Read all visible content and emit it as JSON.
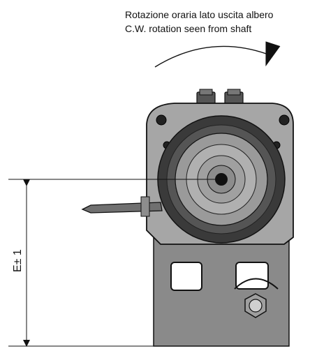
{
  "rotation_note": {
    "line1": "Rotazione oraria lato uscita albero",
    "line2": "C.W. rotation seen from shaft"
  },
  "dimension": {
    "label": "E± 1"
  },
  "colors": {
    "body": "#8a8a8a",
    "body_light": "#b4b4b4",
    "dark": "#3a3a3a",
    "rotor": "#9a9a9a",
    "line": "#111111"
  }
}
